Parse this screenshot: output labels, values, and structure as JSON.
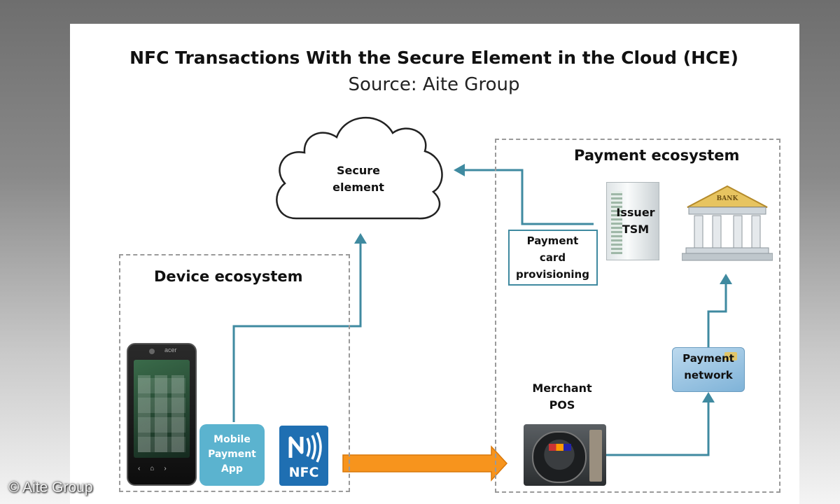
{
  "title": "NFC Transactions With the Secure Element in the Cloud (HCE)",
  "subtitle": "Source: Aite Group",
  "cloud": {
    "line1": "Secure",
    "line2": "element"
  },
  "device_ecosystem": {
    "label": "Device ecosystem"
  },
  "payment_ecosystem": {
    "label": "Payment ecosystem"
  },
  "mobile_app": {
    "line1": "Mobile",
    "line2": "Payment",
    "line3": "App"
  },
  "nfc": {
    "label": "NFC"
  },
  "issuer": {
    "line1": "Issuer",
    "line2": "TSM"
  },
  "provisioning": {
    "line1": "Payment",
    "line2": "card",
    "line3": "provisioning"
  },
  "bank": {
    "label": "BANK"
  },
  "payment_network": {
    "line1": "Payment",
    "line2": "network"
  },
  "merchant": {
    "line1": "Merchant",
    "line2": "POS"
  },
  "phone": {
    "brand": "acer"
  },
  "copyright": "© Aite Group",
  "colors": {
    "teal": "#3f8aa0",
    "orange": "#f7941d",
    "app_tile": "#5bb3cf",
    "nfc_tile": "#1f6fb2"
  }
}
